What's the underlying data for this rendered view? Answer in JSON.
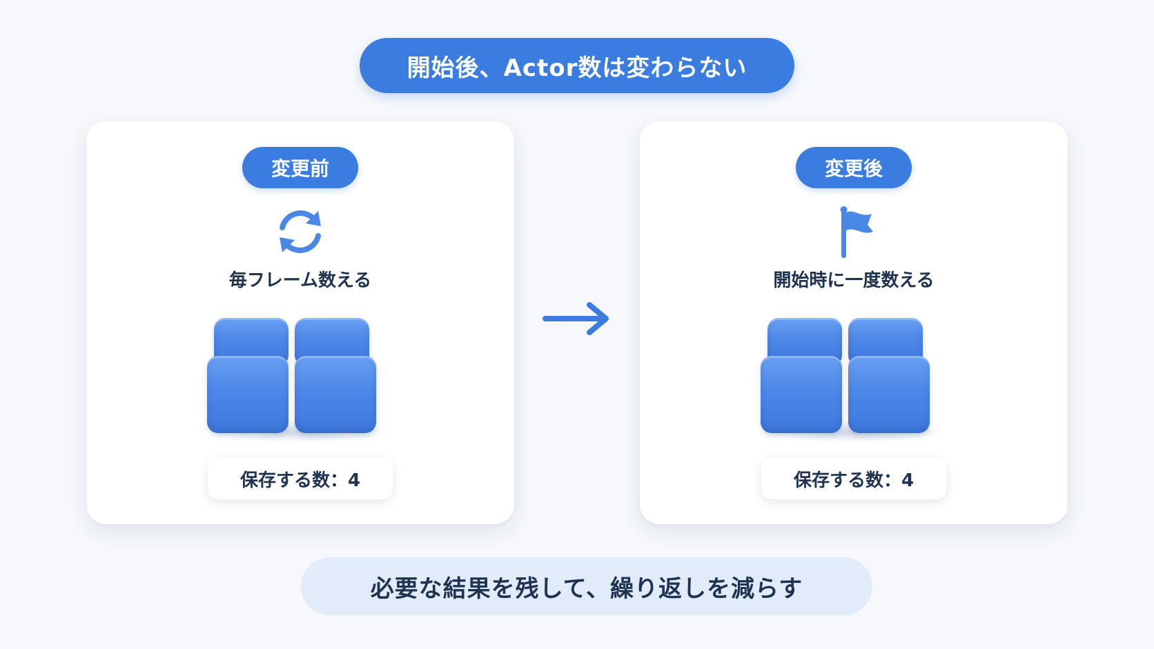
{
  "title": "開始後、Actor数は変わらない",
  "before": {
    "label": "変更前",
    "icon": "refresh-icon",
    "caption": "毎フレーム数える",
    "count_text": "保存する数：4"
  },
  "after": {
    "label": "変更後",
    "icon": "flag-icon",
    "caption": "開始時に一度数える",
    "count_text": "保存する数：4"
  },
  "footer": "必要な結果を残して、繰り返しを減らす",
  "colors": {
    "accent": "#3b7ce0",
    "cube": "#4d87e8",
    "text": "#1f3350",
    "footer_bg": "#e2ebfa",
    "background": "#f6f8fb"
  }
}
